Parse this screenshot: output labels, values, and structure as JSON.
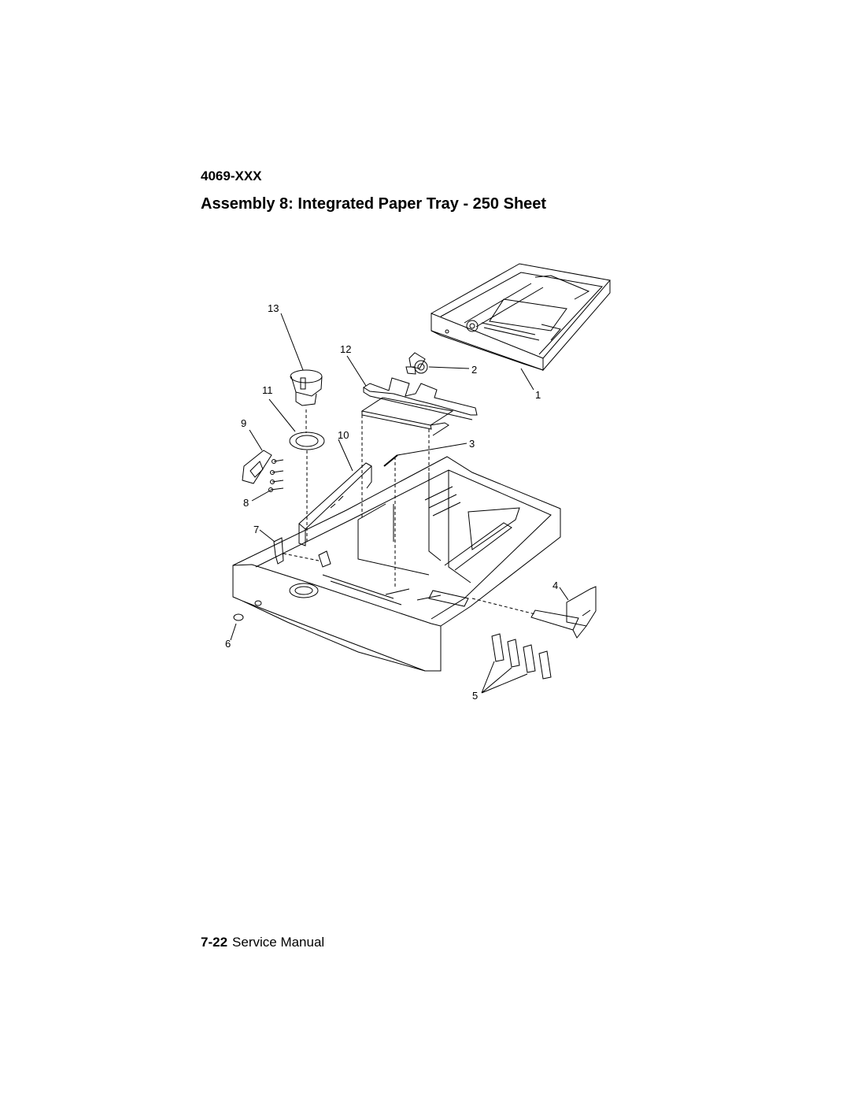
{
  "header": {
    "model": "4069-XXX",
    "title": "Assembly 8: Integrated Paper Tray - 250 Sheet"
  },
  "callouts": [
    "1",
    "2",
    "3",
    "4",
    "5",
    "6",
    "7",
    "8",
    "9",
    "10",
    "11",
    "12",
    "13"
  ],
  "footer": {
    "page_number": "7-22",
    "manual_name": "Service Manual"
  }
}
